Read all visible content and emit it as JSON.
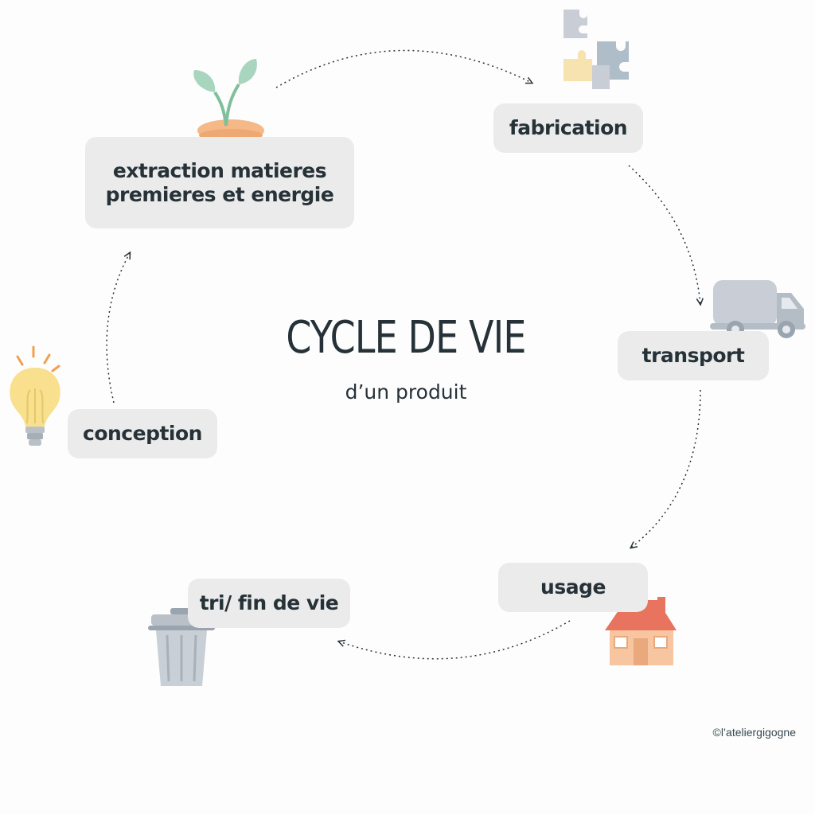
{
  "title": "CYCLE DE VIE",
  "subtitle": "d’un produit",
  "credit": "©l’ateliergigogne",
  "nodes": {
    "extraction": "extraction matieres\npremieres et energie",
    "fabrication": "fabrication",
    "transport": "transport",
    "usage": "usage",
    "tri": "tri/ fin de vie",
    "conception": "conception"
  },
  "icons": {
    "extraction": "seedling-icon",
    "fabrication": "puzzle-icon",
    "transport": "truck-icon",
    "usage": "house-icon",
    "tri": "trash-bin-icon",
    "conception": "lightbulb-icon"
  },
  "colors": {
    "text": "#263238",
    "pill": "#ebebeb",
    "background": "#fdfdfd",
    "leaf": "#a8d5be",
    "soil": "#f5b887",
    "puzzle_grey": "#c9cdd6",
    "puzzle_blue": "#aebdc8",
    "puzzle_yellow": "#f6e3b0",
    "truck": "#c9cdd6",
    "roof": "#e8735f",
    "wall": "#f7c59f",
    "bin": "#b9c0c8",
    "bulb": "#f8e08e"
  }
}
